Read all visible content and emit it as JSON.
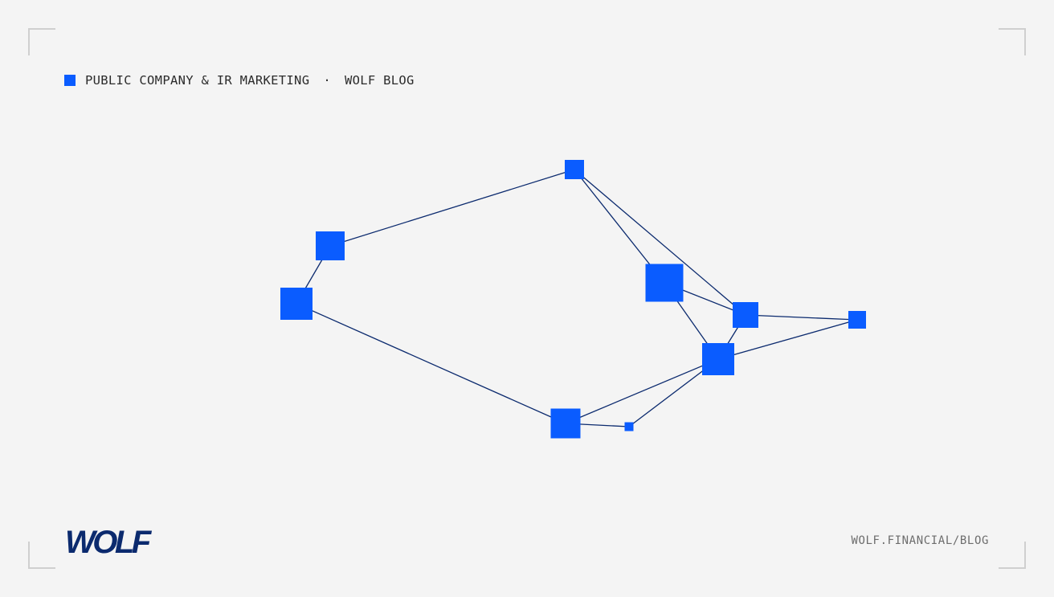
{
  "header": {
    "category": "PUBLIC COMPANY & IR MARKETING",
    "separator": "·",
    "section": "WOLF BLOG"
  },
  "footer": {
    "url": "WOLF.FINANCIAL/BLOG"
  },
  "logo": {
    "text": "WOLF"
  },
  "colors": {
    "accent": "#0a5cff",
    "edge": "#0b2a6e",
    "logo": "#0b2a6e",
    "background": "#f4f4f4"
  },
  "diagram": {
    "nodes": [
      {
        "id": "n1"
      },
      {
        "id": "n2"
      },
      {
        "id": "n3"
      },
      {
        "id": "n4"
      },
      {
        "id": "n5"
      },
      {
        "id": "n6"
      },
      {
        "id": "n7"
      },
      {
        "id": "n8"
      },
      {
        "id": "n9"
      }
    ],
    "edges": [
      [
        "n3",
        "n1"
      ],
      [
        "n1",
        "n2"
      ],
      [
        "n2",
        "n8"
      ],
      [
        "n3",
        "n4"
      ],
      [
        "n3",
        "n5"
      ],
      [
        "n4",
        "n5"
      ],
      [
        "n4",
        "n6"
      ],
      [
        "n5",
        "n6"
      ],
      [
        "n5",
        "n7"
      ],
      [
        "n6",
        "n7"
      ],
      [
        "n6",
        "n9"
      ],
      [
        "n6",
        "n8"
      ],
      [
        "n8",
        "n9"
      ]
    ]
  }
}
